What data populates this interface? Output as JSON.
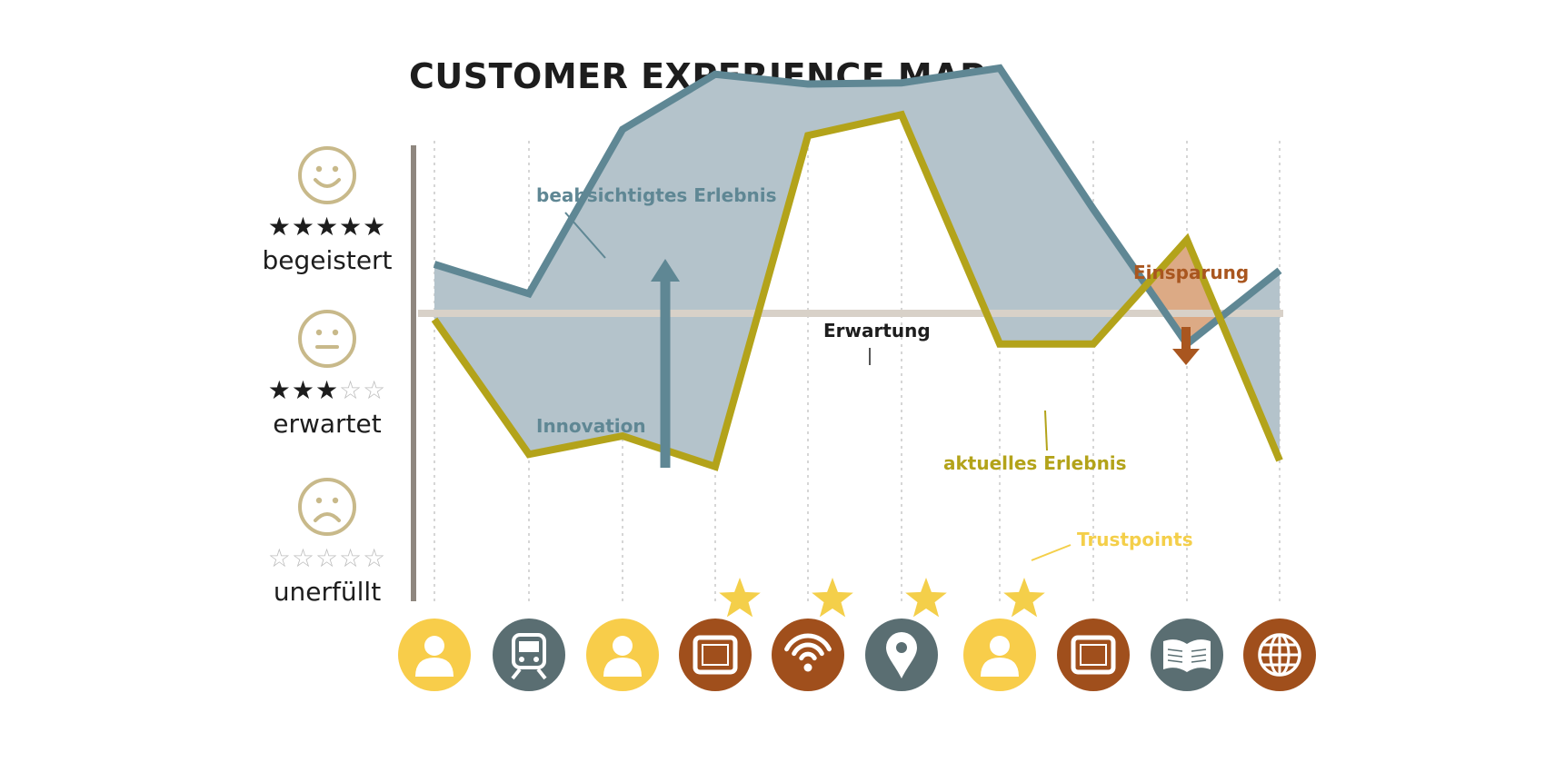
{
  "title": "CUSTOMER EXPERIENCE MAP",
  "levels": [
    {
      "id": "begeistert",
      "label": "begeistert",
      "face": "happy-face-icon",
      "stars_filled": 5,
      "stars_total": 5
    },
    {
      "id": "erwartet",
      "label": "erwartet",
      "face": "neutral-face-icon",
      "stars_filled": 3,
      "stars_total": 5
    },
    {
      "id": "unerfuellt",
      "label": "unerfüllt",
      "face": "sad-face-icon",
      "stars_filled": 0,
      "stars_total": 5
    }
  ],
  "labels": {
    "intended": "beabsichtigtes Erlebnis",
    "expectation": "Erwartung",
    "innovation": "Innovation",
    "actual": "aktuelles Erlebnis",
    "savings": "Einsparung",
    "trustpoints": "Trustpoints"
  },
  "colors": {
    "intended": "#5f8794",
    "actual": "#b3a31a",
    "band": "#b4c3cb",
    "expectation": "#d8d1c8",
    "savings": "#a9561f",
    "savings_fill": "#dcaa85",
    "trust_star": "#f4cf4a",
    "axis": "#8f877f",
    "gridline": "#d6d6d6",
    "touch_yellow": "#f8cd4a",
    "touch_slate": "#5a6e72",
    "touch_brown": "#a04f1c"
  },
  "scale": {
    "min": 1,
    "max": 5,
    "expectation": 3
  },
  "series": {
    "intended": [
      3.4,
      3.16,
      4.5,
      4.95,
      4.87,
      4.88,
      5.0,
      3.85,
      2.75,
      3.35
    ],
    "actual": [
      2.95,
      1.85,
      2.0,
      1.75,
      4.45,
      4.62,
      2.75,
      2.75,
      3.6,
      1.8
    ]
  },
  "trustpoints": [
    3,
    4,
    5,
    6
  ],
  "touchpoints": [
    {
      "icon": "person-icon",
      "color": "touch_yellow"
    },
    {
      "icon": "train-icon",
      "color": "touch_slate"
    },
    {
      "icon": "person-icon",
      "color": "touch_yellow"
    },
    {
      "icon": "tablet-icon",
      "color": "touch_brown"
    },
    {
      "icon": "wifi-icon",
      "color": "touch_brown"
    },
    {
      "icon": "location-pin-icon",
      "color": "touch_slate"
    },
    {
      "icon": "person-icon",
      "color": "touch_yellow"
    },
    {
      "icon": "tablet-icon",
      "color": "touch_brown"
    },
    {
      "icon": "book-icon",
      "color": "touch_slate"
    },
    {
      "icon": "globe-icon",
      "color": "touch_brown"
    }
  ]
}
